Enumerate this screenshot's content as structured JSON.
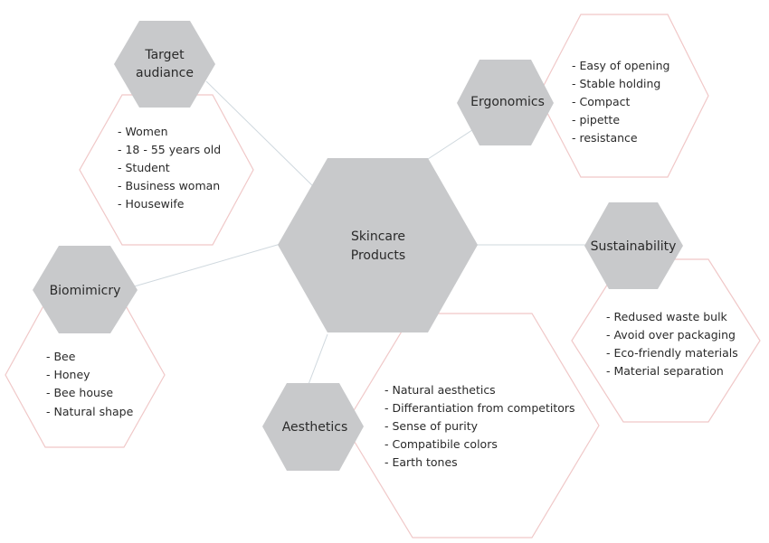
{
  "center": {
    "lines": [
      "Skincare",
      "Products"
    ]
  },
  "nodes": {
    "target": {
      "title": [
        "Target",
        "audiance"
      ],
      "items": [
        "- Women",
        "- 18 - 55 years old",
        "- Student",
        "- Business woman",
        "- Housewife"
      ]
    },
    "ergonomics": {
      "title": [
        "Ergonomics"
      ],
      "items": [
        "- Easy of opening",
        "- Stable holding",
        "- Compact",
        "- pipette",
        "- resistance"
      ]
    },
    "sustainability": {
      "title": [
        "Sustainability"
      ],
      "items": [
        "- Redused waste bulk",
        "- Avoid over packaging",
        "- Eco-friendly materials",
        "- Material separation"
      ]
    },
    "biomimicry": {
      "title": [
        "Biomimicry"
      ],
      "items": [
        "- Bee",
        "- Honey",
        "- Bee house",
        "- Natural shape"
      ]
    },
    "aesthetics": {
      "title": [
        "Aesthetics"
      ],
      "items": [
        "- Natural aesthetics",
        "- Differantiation from competitors",
        "- Sense of purity",
        "- Compatibile colors",
        "- Earth tones"
      ]
    }
  },
  "colors": {
    "hex_fill": "#c8c9cb",
    "outline": "#f0c8c8",
    "connector": "#cfd8de",
    "text": "#2a2a2a"
  }
}
